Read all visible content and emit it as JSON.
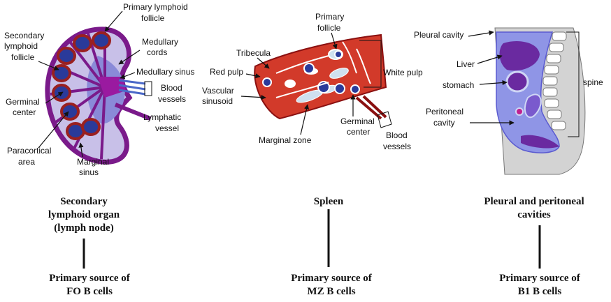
{
  "lymph_node": {
    "labels": {
      "primary_lymphoid_follicle": [
        "Primary lymphoid",
        "follicle"
      ],
      "secondary_lymphoid_follicle": [
        "Secondary",
        "lymphoid",
        "follicle"
      ],
      "medullary_cords": [
        "Medullary",
        "cords"
      ],
      "medullary_sinus": "Medullary sinus",
      "blood_vessels": [
        "Blood",
        "vessels"
      ],
      "germinal_center": [
        "Germinal",
        "center"
      ],
      "lymphatic_vessel": [
        "Lymphatic",
        "vessel"
      ],
      "paracortical_area": [
        "Paracortical",
        "area"
      ],
      "marginal_sinus": [
        "Marginal",
        "sinus"
      ]
    },
    "caption": [
      "Secondary",
      "lymphoid organ",
      "(lymph node)"
    ],
    "source": [
      "Primary source of",
      "FO B cells"
    ]
  },
  "spleen": {
    "labels": {
      "primary_follicle": [
        "Primary",
        "follicle"
      ],
      "tribecula": "Tribecula",
      "white_pulp": "White pulp",
      "red_pulp": "Red pulp",
      "vascular_sinusoid": [
        "Vascular",
        "sinusoid"
      ],
      "germinal_center": [
        "Germinal",
        "center"
      ],
      "marginal_zone": "Marginal zone",
      "blood_vessels": [
        "Blood",
        "vessels"
      ]
    },
    "caption": [
      "Spleen"
    ],
    "source": [
      "Primary source of",
      "MZ B cells"
    ]
  },
  "cavities": {
    "labels": {
      "pleural_cavity": "Pleural cavity",
      "liver": "Liver",
      "stomach": "stomach",
      "peritoneal_cavity": [
        "Peritoneal",
        "cavity"
      ],
      "spine": "spine"
    },
    "caption": [
      "Pleural and peritoneal",
      "cavities"
    ],
    "source": [
      "Primary source of",
      "B1 B cells"
    ]
  }
}
